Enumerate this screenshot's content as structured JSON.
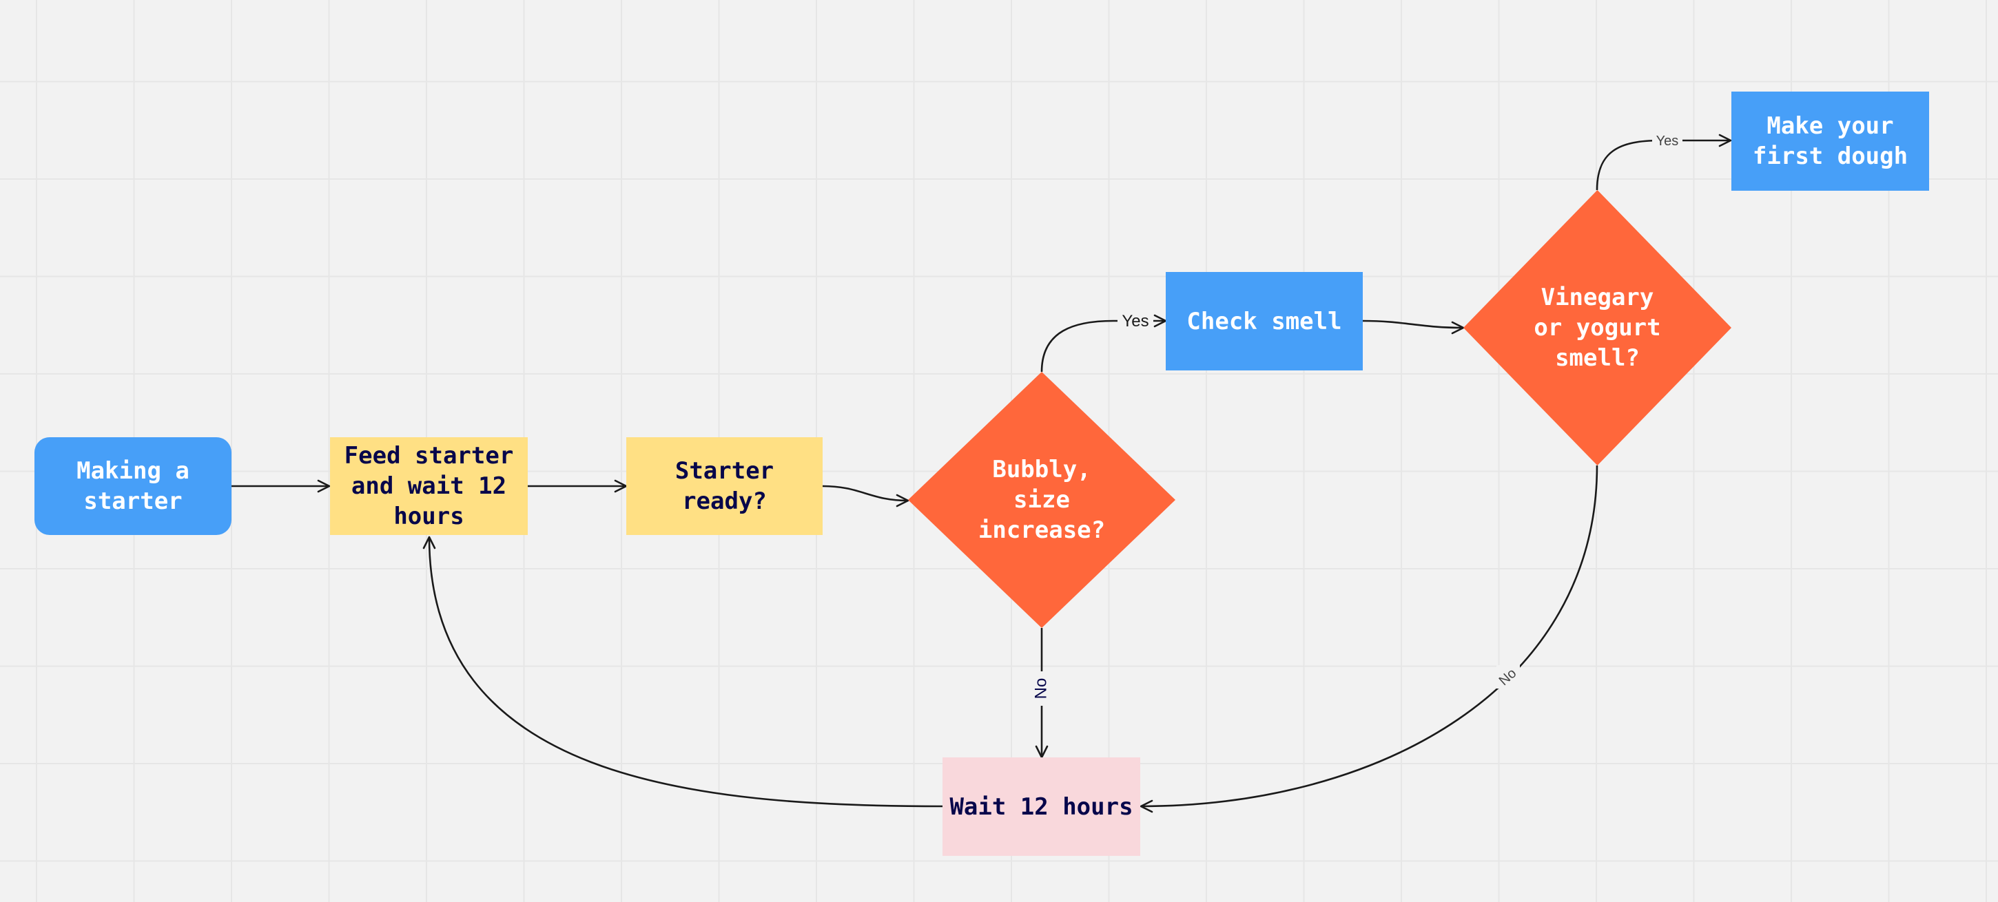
{
  "colors": {
    "blue": "#479ff8",
    "yellow": "#ffe084",
    "orange": "#ff673b",
    "pink": "#f9d8dc",
    "navy": "#07074b",
    "edge": "#1a1a1a",
    "grid": "#e6e6e6",
    "background": "#f2f2f2"
  },
  "nodes": {
    "making_starter": {
      "label": "Making a\nstarter",
      "shape": "rounded-rectangle",
      "color": "blue"
    },
    "feed_starter": {
      "label": "Feed starter\nand wait 12\nhours",
      "shape": "rectangle",
      "color": "yellow"
    },
    "starter_ready": {
      "label": "Starter\nready?",
      "shape": "rectangle",
      "color": "yellow"
    },
    "bubbly": {
      "label": "Bubbly,\nsize\nincrease?",
      "shape": "diamond",
      "color": "orange"
    },
    "check_smell": {
      "label": "Check smell",
      "shape": "rectangle",
      "color": "blue"
    },
    "vinegary": {
      "label": "Vinegary\nor yogurt\nsmell?",
      "shape": "diamond",
      "color": "orange"
    },
    "make_dough": {
      "label": "Make your\nfirst dough",
      "shape": "rectangle",
      "color": "blue"
    },
    "wait_12": {
      "label": "Wait 12 hours",
      "shape": "rectangle",
      "color": "pink"
    }
  },
  "edges": {
    "bubbly_yes": "Yes",
    "bubbly_no": "No",
    "vinegary_yes": "Yes",
    "vinegary_no": "No"
  }
}
